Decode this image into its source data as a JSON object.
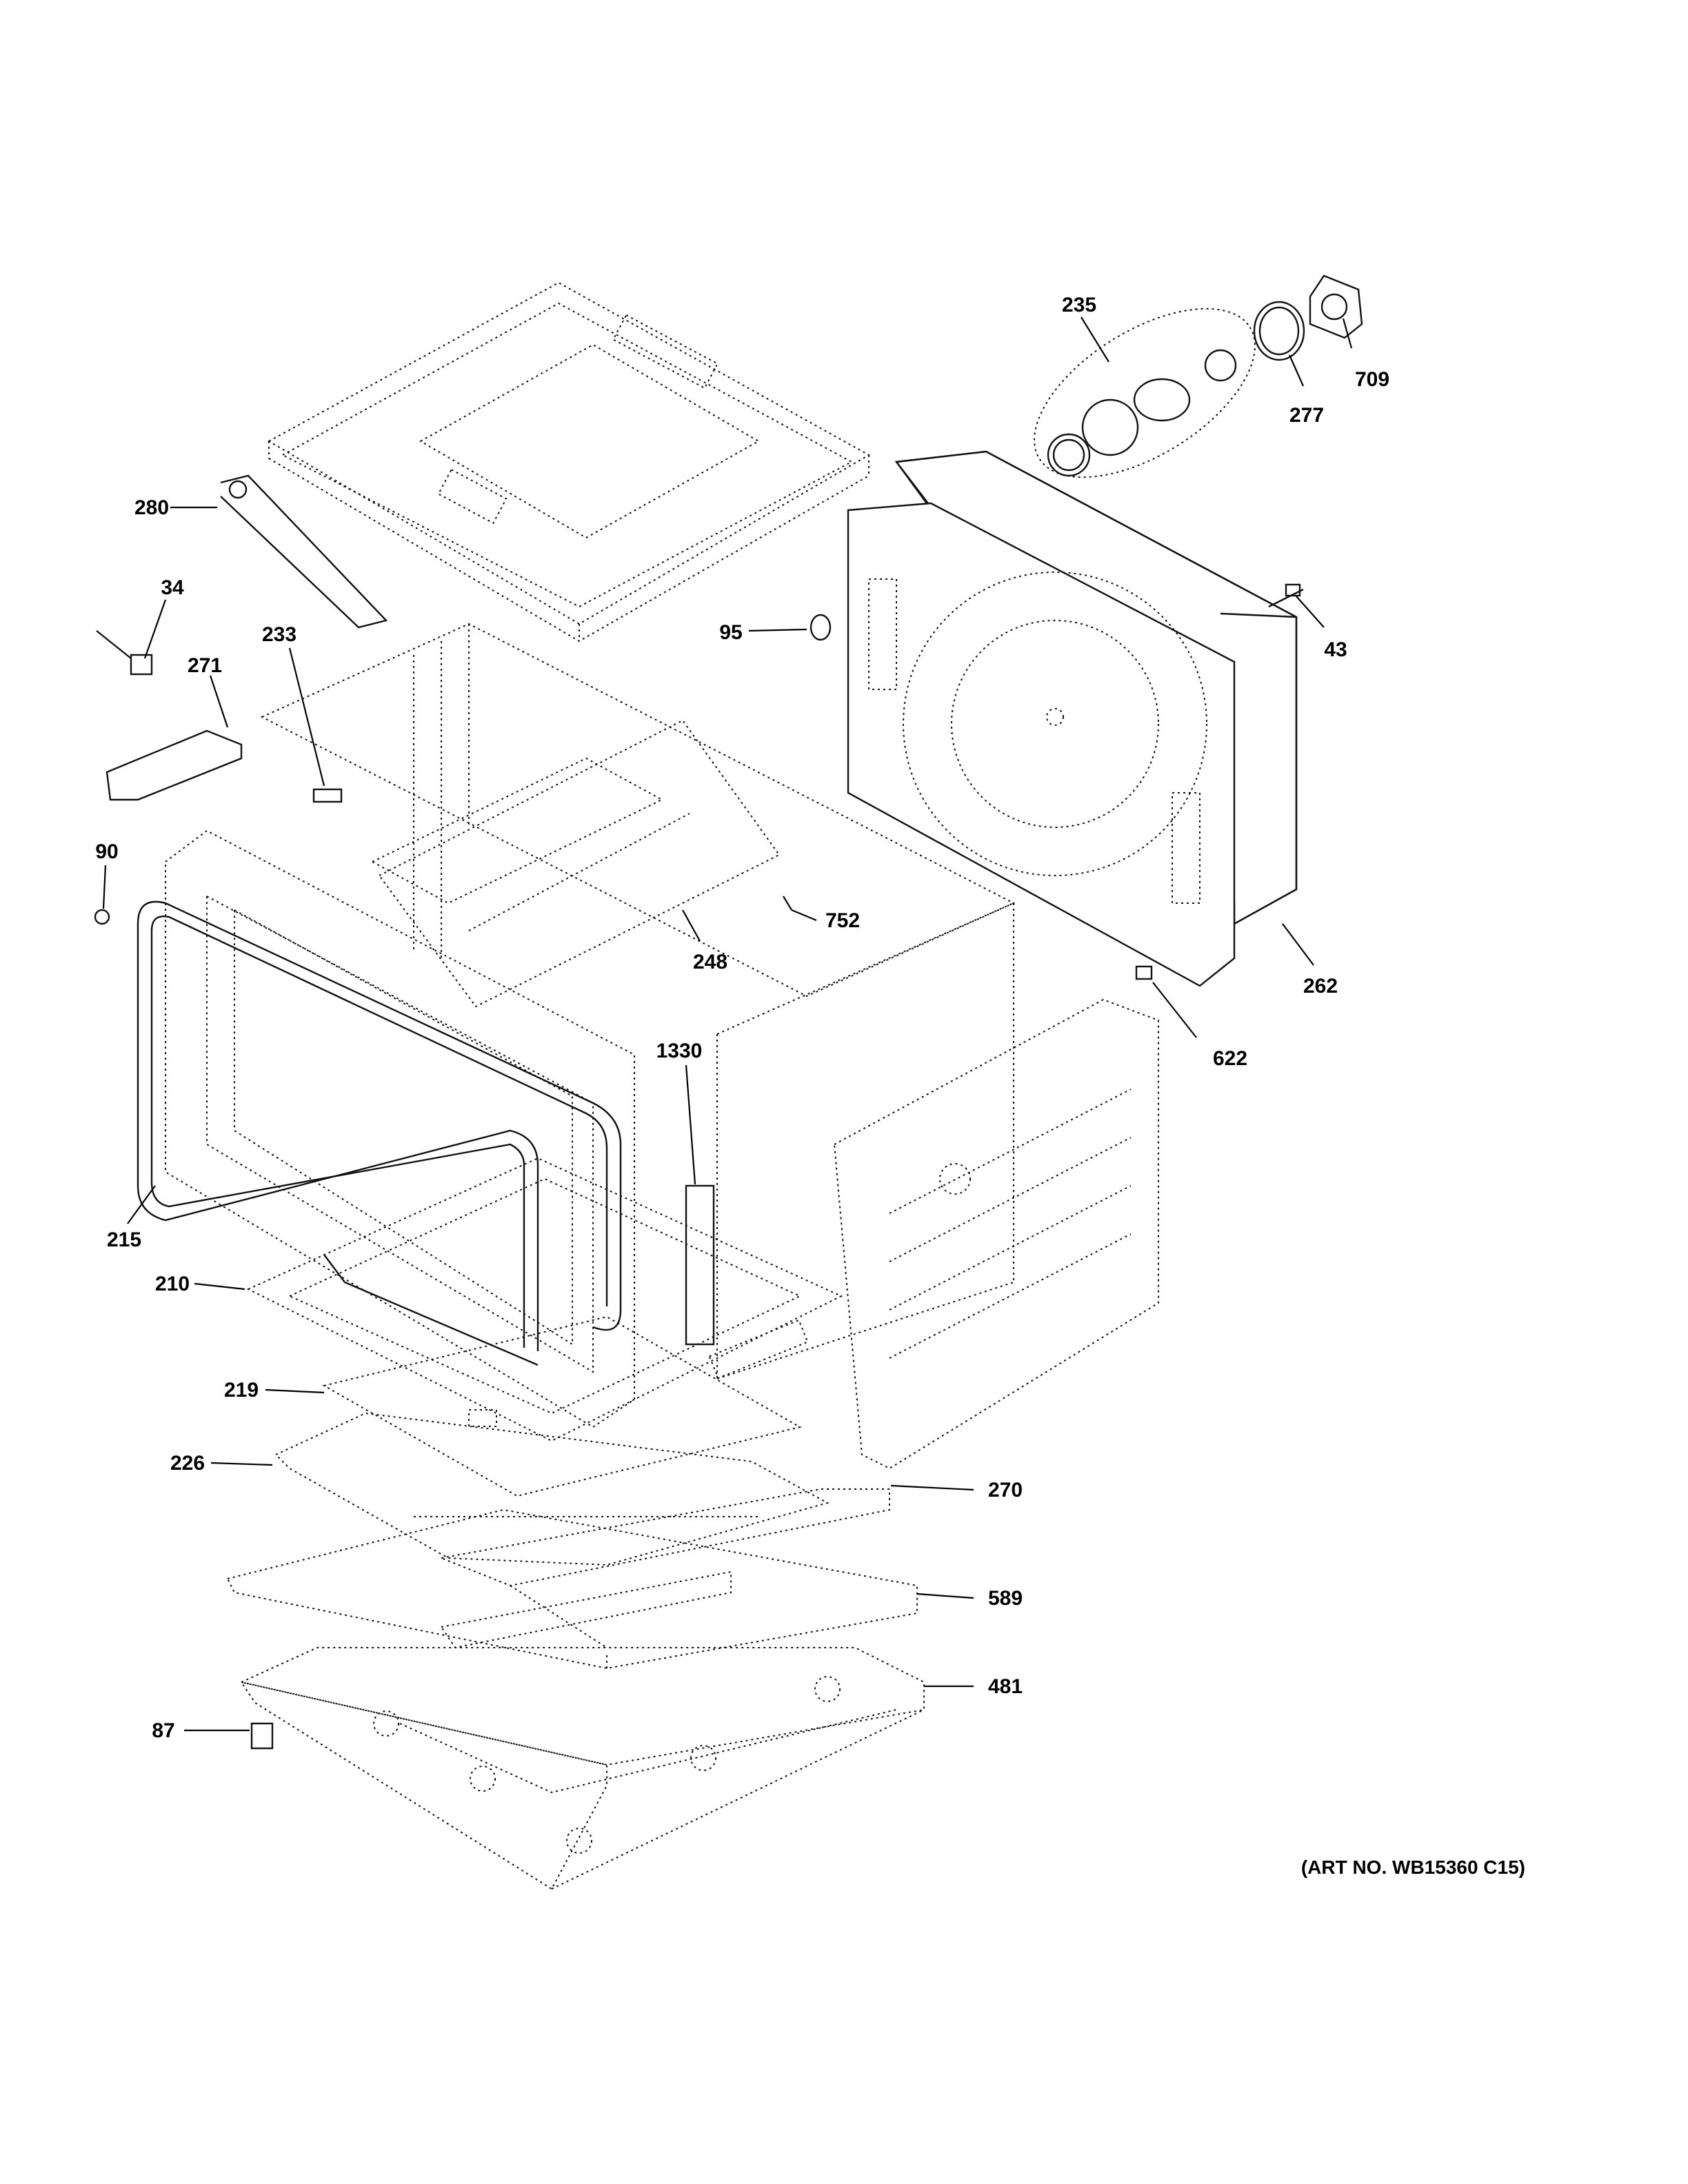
{
  "callouts": [
    {
      "id": "235",
      "label": "235"
    },
    {
      "id": "709",
      "label": "709"
    },
    {
      "id": "277",
      "label": "277"
    },
    {
      "id": "280",
      "label": "280"
    },
    {
      "id": "34",
      "label": "34"
    },
    {
      "id": "95",
      "label": "95"
    },
    {
      "id": "43",
      "label": "43"
    },
    {
      "id": "233",
      "label": "233"
    },
    {
      "id": "271",
      "label": "271"
    },
    {
      "id": "90",
      "label": "90"
    },
    {
      "id": "752",
      "label": "752"
    },
    {
      "id": "248",
      "label": "248"
    },
    {
      "id": "262",
      "label": "262"
    },
    {
      "id": "1330",
      "label": "1330"
    },
    {
      "id": "622",
      "label": "622"
    },
    {
      "id": "215",
      "label": "215"
    },
    {
      "id": "210",
      "label": "210"
    },
    {
      "id": "219",
      "label": "219"
    },
    {
      "id": "226",
      "label": "226"
    },
    {
      "id": "270",
      "label": "270"
    },
    {
      "id": "589",
      "label": "589"
    },
    {
      "id": "481",
      "label": "481"
    },
    {
      "id": "87",
      "label": "87"
    }
  ],
  "art_number": "(ART NO. WB15360 C15)"
}
